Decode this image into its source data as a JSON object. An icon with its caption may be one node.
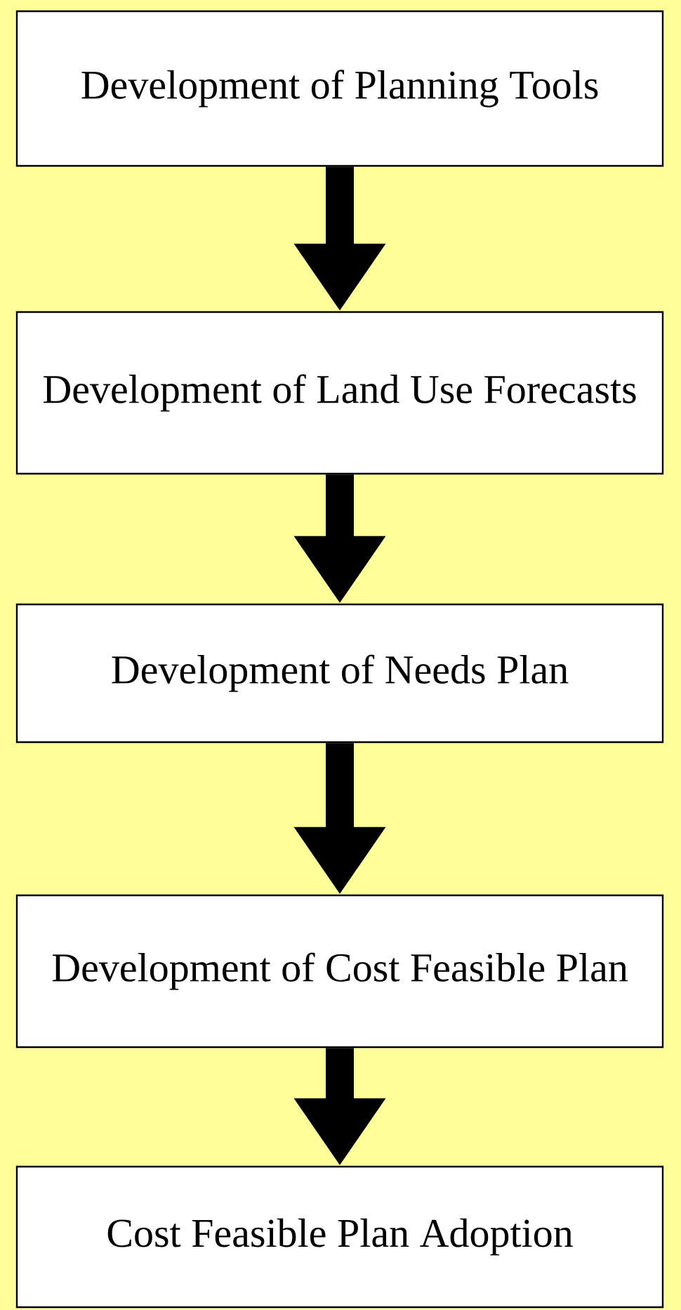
{
  "diagram": {
    "nodes": [
      {
        "text": [
          "Development of Planning Tools"
        ]
      },
      {
        "text": [
          "Development of Land Use Forecasts"
        ]
      },
      {
        "text": [
          "Development of Needs Plan"
        ]
      },
      {
        "text": [
          "Development of Cost Feasible Plan"
        ]
      },
      {
        "text": [
          "Cost Feasible Plan Adoption"
        ]
      }
    ],
    "edges": [
      {
        "from": 0,
        "to": 1,
        "arrow": "to"
      },
      {
        "from": 1,
        "to": 2,
        "arrow": "to"
      },
      {
        "from": 2,
        "to": 3,
        "arrow": "to"
      },
      {
        "from": 3,
        "to": 4,
        "arrow": "to"
      }
    ]
  }
}
